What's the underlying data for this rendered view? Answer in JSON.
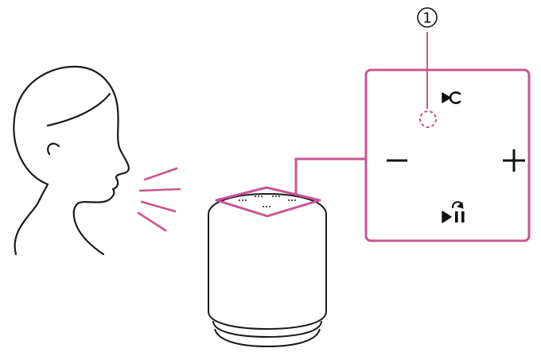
{
  "callout": {
    "label": "1"
  },
  "colors": {
    "accent": "#c9558f",
    "line": "#1a1a1a",
    "background": "#ffffff"
  },
  "panel": {
    "buttons": [
      {
        "icon": "voice-assistant-icon"
      },
      {
        "icon": "volume-down-icon"
      },
      {
        "icon": "volume-up-icon"
      },
      {
        "icon": "play-pause-call-icon"
      },
      {
        "icon": "led-indicator-icon"
      }
    ]
  },
  "figures": [
    "person-head",
    "sound-waves",
    "speaker"
  ]
}
